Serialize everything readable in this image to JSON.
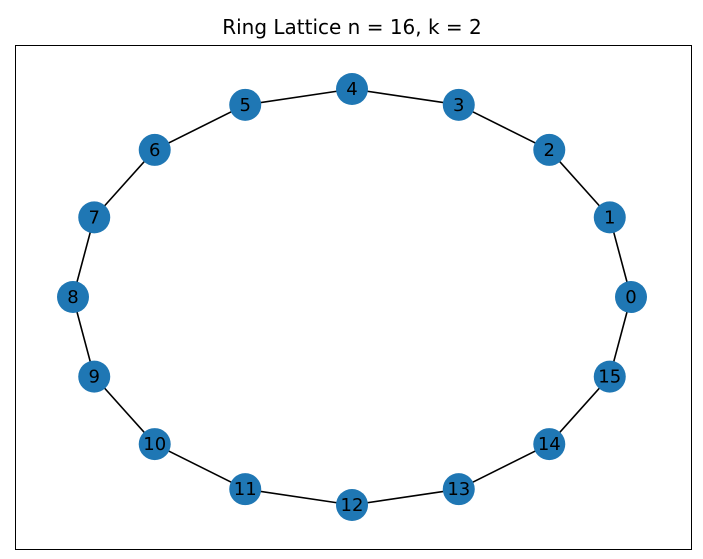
{
  "title": "Ring Lattice n = 16, k = 2",
  "colors": {
    "node": "#1f77b4",
    "edge": "#000000",
    "frame": "#000000",
    "background": "#ffffff"
  },
  "chart_data": {
    "type": "graph",
    "title": "Ring Lattice n = 16, k = 2",
    "layout": "circular",
    "nodes": [
      "0",
      "1",
      "2",
      "3",
      "4",
      "5",
      "6",
      "7",
      "8",
      "9",
      "10",
      "11",
      "12",
      "13",
      "14",
      "15"
    ],
    "edges": [
      [
        "0",
        "1"
      ],
      [
        "1",
        "2"
      ],
      [
        "2",
        "3"
      ],
      [
        "3",
        "4"
      ],
      [
        "4",
        "5"
      ],
      [
        "5",
        "6"
      ],
      [
        "6",
        "7"
      ],
      [
        "7",
        "8"
      ],
      [
        "8",
        "9"
      ],
      [
        "9",
        "10"
      ],
      [
        "10",
        "11"
      ],
      [
        "11",
        "12"
      ],
      [
        "12",
        "13"
      ],
      [
        "13",
        "14"
      ],
      [
        "14",
        "15"
      ],
      [
        "15",
        "0"
      ]
    ]
  }
}
